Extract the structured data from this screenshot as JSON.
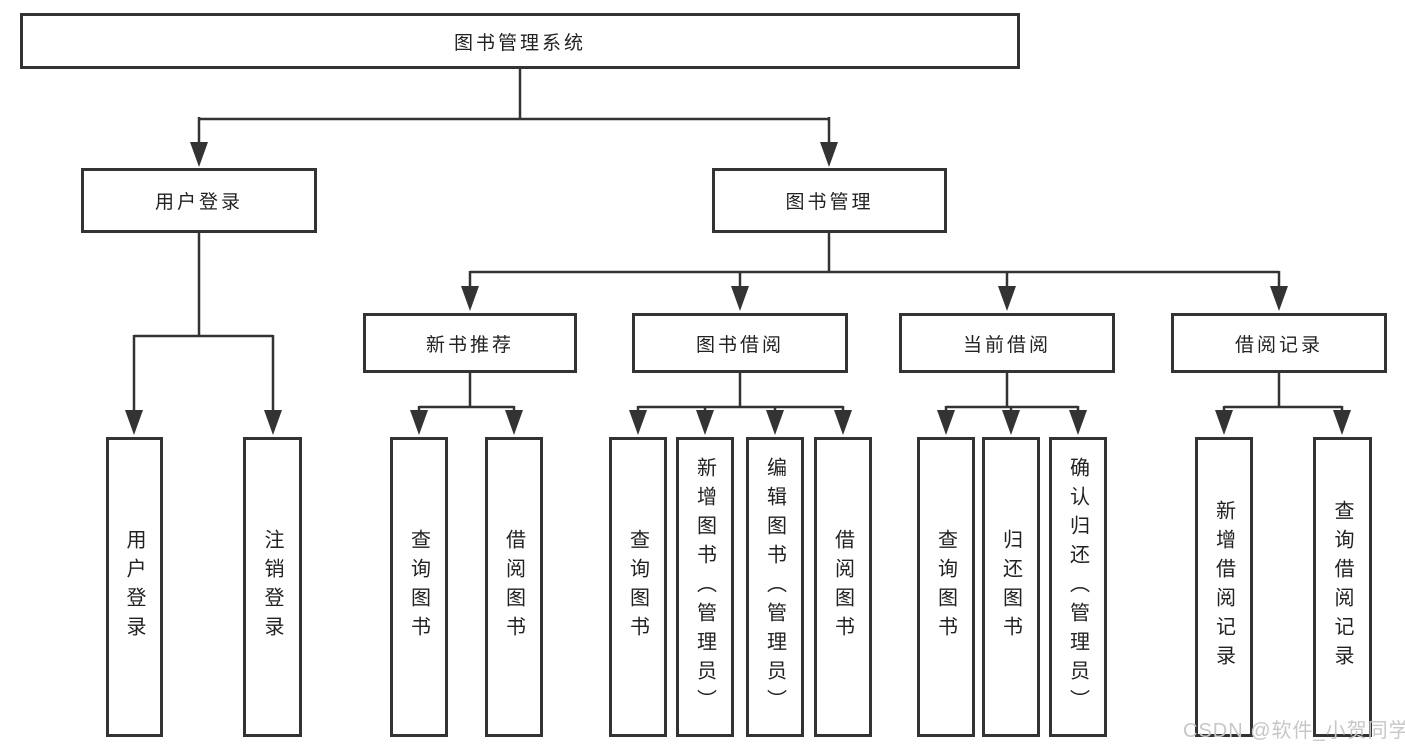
{
  "diagram": {
    "root": {
      "label": "图书管理系统"
    },
    "level2": [
      {
        "label": "用户登录"
      },
      {
        "label": "图书管理"
      }
    ],
    "level3": [
      {
        "label": "新书推荐"
      },
      {
        "label": "图书借阅"
      },
      {
        "label": "当前借阅"
      },
      {
        "label": "借阅记录"
      }
    ],
    "leaves": {
      "user_login": [
        "用户登录",
        "注销登录"
      ],
      "new_book": [
        "查询图书",
        "借阅图书"
      ],
      "book_borrow": [
        "查询图书",
        "新增图书（管理员）",
        "编辑图书（管理员）",
        "借阅图书"
      ],
      "current_borrow": [
        "查询图书",
        "归还图书",
        "确认归还（管理员）"
      ],
      "borrow_record": [
        "新增借阅记录",
        "查询借阅记录"
      ]
    }
  },
  "watermark": {
    "text": "CSDN @软件_小贺同学"
  },
  "colors": {
    "line": "#333333",
    "box_border": "#333333",
    "text": "#222222",
    "watermark": "#c7c7c7",
    "background": "#ffffff"
  }
}
